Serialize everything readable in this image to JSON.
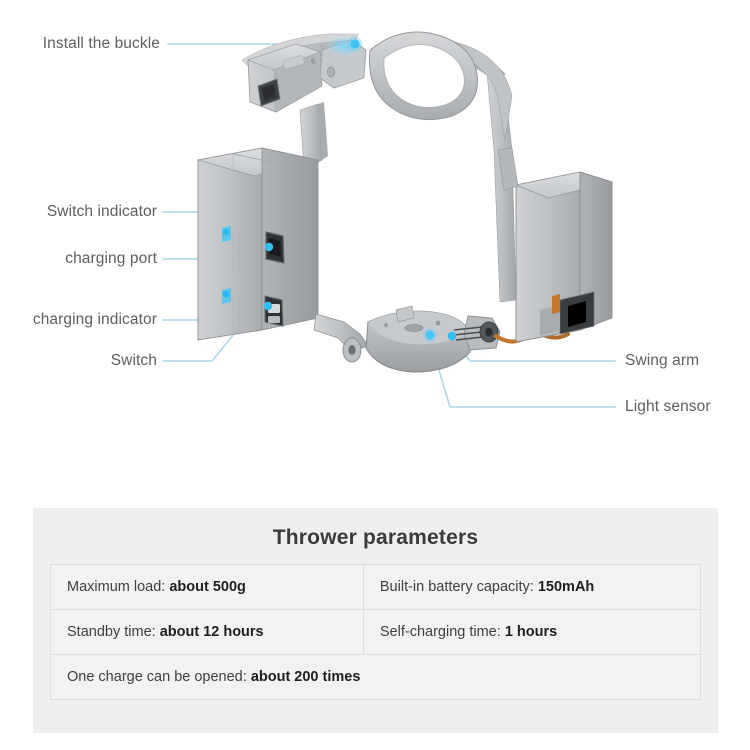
{
  "diagram": {
    "title": "Thrower device exploded callout diagram",
    "line_color": "#a9d7e8",
    "dot_color": "#29b6f0",
    "label_color": "#5e5e5e",
    "callouts": [
      {
        "id": "install-the-buckle",
        "label": "Install the buckle",
        "side": "left"
      },
      {
        "id": "switch-indicator",
        "label": "Switch indicator",
        "side": "left"
      },
      {
        "id": "charging-port",
        "label": "charging port",
        "side": "left"
      },
      {
        "id": "charging-indicator",
        "label": "charging indicator",
        "side": "left"
      },
      {
        "id": "switch",
        "label": "Switch",
        "side": "left"
      },
      {
        "id": "swing-arm",
        "label": "Swing arm",
        "side": "right"
      },
      {
        "id": "light-sensor",
        "label": "Light sensor",
        "side": "right"
      }
    ]
  },
  "params": {
    "title": "Thrower parameters",
    "rows": [
      [
        {
          "label": "Maximum load: ",
          "value": "about 500g"
        },
        {
          "label": "Built-in battery capacity: ",
          "value": "150mAh"
        }
      ],
      [
        {
          "label": "Standby time: ",
          "value": "about 12 hours"
        },
        {
          "label": "Self-charging time: ",
          "value": "1 hours"
        }
      ]
    ],
    "full_row": {
      "label": "One charge can be opened: ",
      "value": "about 200 times"
    }
  }
}
